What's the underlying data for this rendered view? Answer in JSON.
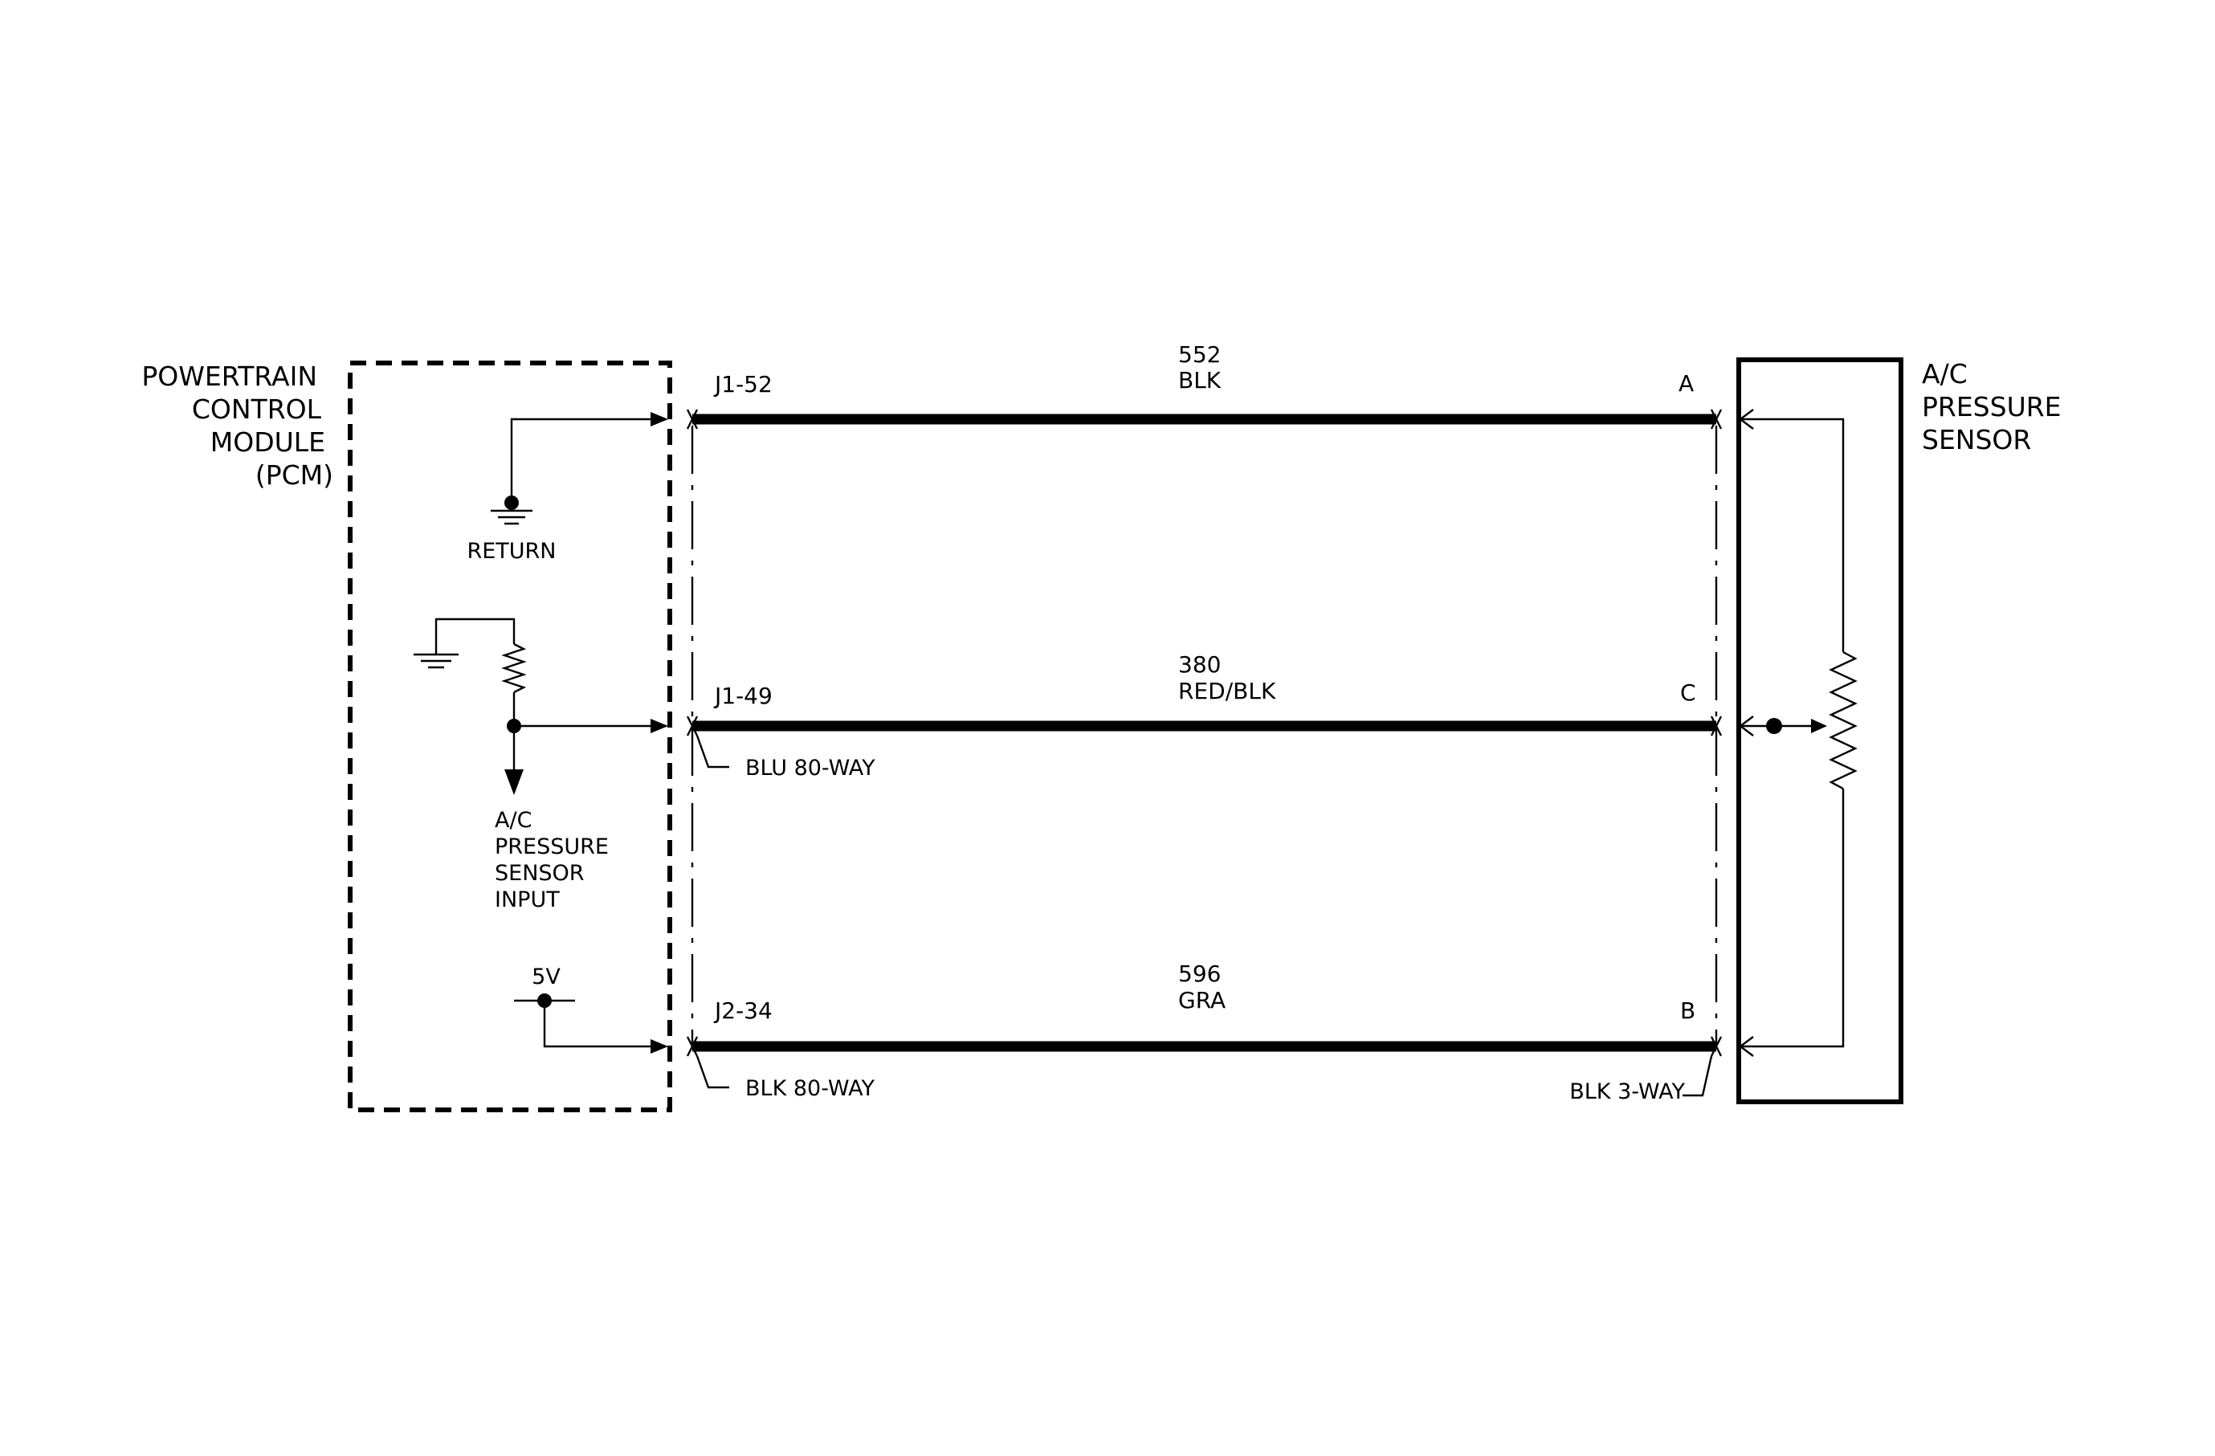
{
  "pcm": {
    "label": [
      "POWERTRAIN",
      "CONTROL",
      "MODULE",
      "(PCM)"
    ],
    "return_label": "RETURN",
    "input_label": [
      "A/C",
      "PRESSURE",
      "SENSOR",
      "INPUT"
    ],
    "voltage_label": "5V"
  },
  "sensor": {
    "label": [
      "A/C",
      "PRESSURE",
      "SENSOR"
    ]
  },
  "wires": [
    {
      "circuit": "552",
      "color": "BLK",
      "pcm_pin": "J1-52",
      "sensor_pin": "A"
    },
    {
      "circuit": "380",
      "color": "RED/BLK",
      "pcm_pin": "J1-49",
      "sensor_pin": "C"
    },
    {
      "circuit": "596",
      "color": "GRA",
      "pcm_pin": "J2-34",
      "sensor_pin": "B"
    }
  ],
  "connectors": {
    "pcm_blu": "BLU 80-WAY",
    "pcm_blk": "BLK 80-WAY",
    "sensor": "BLK 3-WAY"
  }
}
